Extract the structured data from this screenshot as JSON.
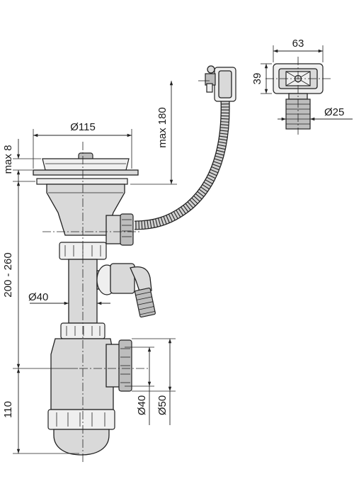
{
  "dimensions": {
    "overflow_width": "63",
    "overflow_height": "39",
    "overflow_hose_diameter": "Ø25",
    "hose_height": "max 180",
    "strainer_diameter": "Ø115",
    "strainer_height": "max 8",
    "body_height": "200 - 260",
    "pipe_diameter": "Ø40",
    "trap_height": "110",
    "outlet_diameter_inner": "Ø40",
    "outlet_diameter_outer": "Ø50"
  }
}
